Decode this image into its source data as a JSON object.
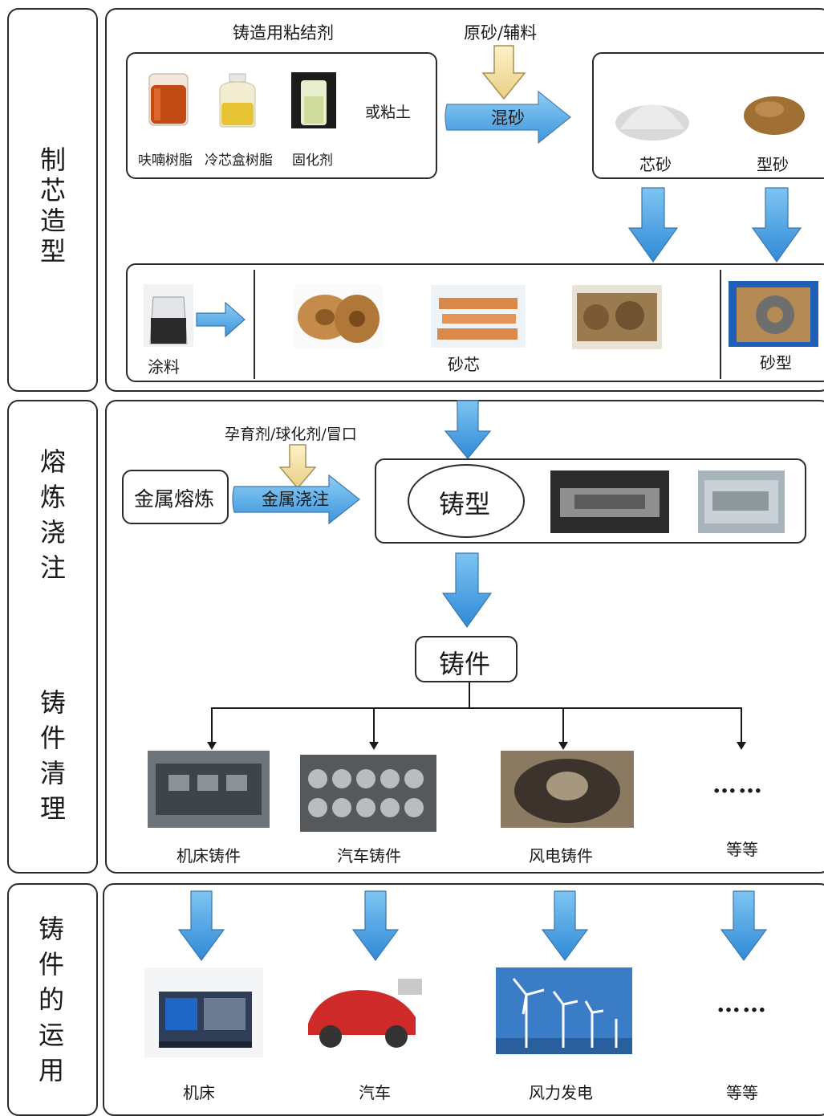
{
  "sections": {
    "core_making": "制芯造型",
    "melting_pouring": "熔炼浇注",
    "cleaning": "铸件清理",
    "application": "铸件的运用"
  },
  "binder": {
    "title": "铸造用粘结剂",
    "items": [
      "呋喃树脂",
      "冷芯盒树脂",
      "固化剂"
    ],
    "alt": "或粘土"
  },
  "mixing": {
    "input": "原砂/辅料",
    "arrow_label": "混砂"
  },
  "sands": {
    "core_sand": "芯砂",
    "mold_sand": "型砂"
  },
  "cores_row": {
    "coating": "涂料",
    "sand_core": "砂芯",
    "sand_mold": "砂型"
  },
  "melting": {
    "additives": "孕育剂/球化剂/冒口",
    "metal_melting": "金属熔炼",
    "arrow_label": "金属浇注",
    "mold": "铸型"
  },
  "casting": "铸件",
  "castings": [
    "机床铸件",
    "汽车铸件",
    "风电铸件",
    "等等"
  ],
  "applications": [
    "机床",
    "汽车",
    "风力发电",
    "等等"
  ],
  "ellipsis": "……"
}
